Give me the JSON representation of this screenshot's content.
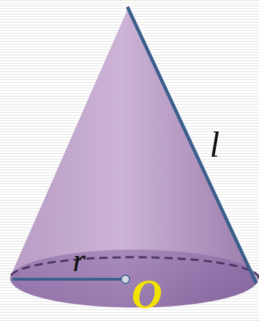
{
  "diagram": {
    "labels": [
      "r",
      "l",
      "O"
    ]
  }
}
